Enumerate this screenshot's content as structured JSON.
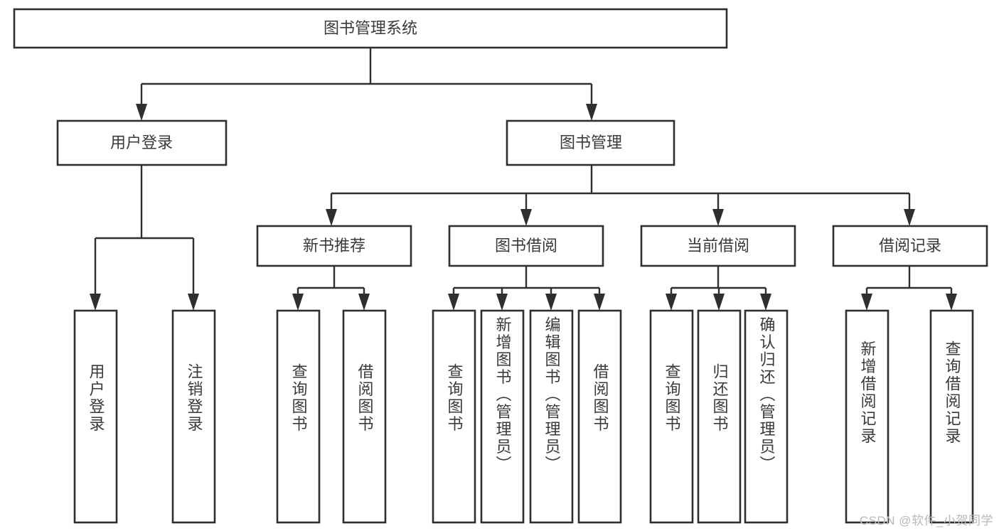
{
  "diagram": {
    "title": "图书管理系统",
    "type": "tree",
    "watermark": "CSDN @软件_小贺同学",
    "colors": {
      "box_stroke": "#2f2f2f",
      "box_fill": "#ffffff",
      "text": "#3a3a3a",
      "connector": "#2f2f2f",
      "background": "#ffffff",
      "watermark": "#b9b9b9"
    },
    "root": {
      "label": "图书管理系统"
    },
    "level2": [
      {
        "label": "用户登录"
      },
      {
        "label": "图书管理"
      }
    ],
    "level3": [
      {
        "label": "新书推荐"
      },
      {
        "label": "图书借阅"
      },
      {
        "label": "当前借阅"
      },
      {
        "label": "借阅记录"
      }
    ],
    "leaves": {
      "user_login": [
        {
          "label": "用户登录"
        },
        {
          "label": "注销登录"
        }
      ],
      "new_book_recommend": [
        {
          "label": "查询图书"
        },
        {
          "label": "借阅图书"
        }
      ],
      "book_borrow": [
        {
          "label": "查询图书"
        },
        {
          "label": "新增图书（管理员）"
        },
        {
          "label": "编辑图书（管理员）"
        },
        {
          "label": "借阅图书"
        }
      ],
      "current_borrow": [
        {
          "label": "查询图书"
        },
        {
          "label": "归还图书"
        },
        {
          "label": "确认归还（管理员）"
        }
      ],
      "borrow_record": [
        {
          "label": "新增借阅记录"
        },
        {
          "label": "查询借阅记录"
        }
      ]
    }
  }
}
